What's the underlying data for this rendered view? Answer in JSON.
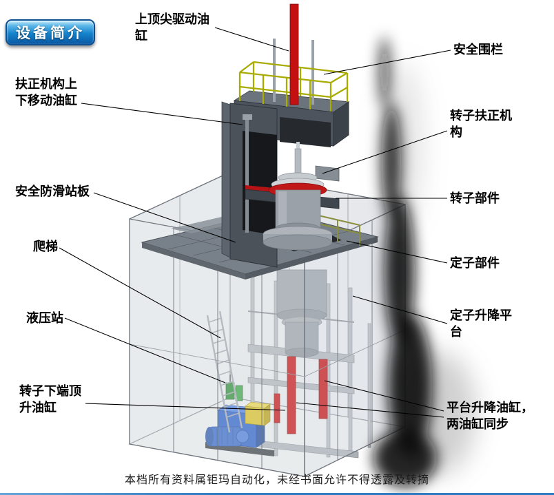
{
  "page": {
    "title_badge": "设备简介",
    "footer": "本档所有资料属钜玛自动化，未经书面允许不得透露及转摘"
  },
  "labels": {
    "top_drive_cylinder": "上顶尖驱动油缸",
    "safety_fence": "安全围栏",
    "centering_updown_cylinder": "扶正机构上下移动油缸",
    "rotor_centering_mechanism": "转子扶正机构",
    "antislip_platform": "安全防滑站板",
    "rotor_part": "转子部件",
    "ladder": "爬梯",
    "stator_part": "定子部件",
    "hydraulic_station": "液压站",
    "stator_lift_platform": "定子升降平台",
    "rotor_jacking_cylinder": "转子下端顶升油缸",
    "platform_lift_cylinders": "平台升降油缸，两油缸同步"
  },
  "colors": {
    "badge_blue_dark": "#0a57a2",
    "badge_blue_light": "#c9ecfa",
    "cylinder_red": "#c51212",
    "railing_yellow": "#a8ab00",
    "hydraulic_blue": "#2a5fc6",
    "valve_green": "#2f8f3a",
    "deck_gray": "#788089",
    "frame_gray": "#b4b9bf",
    "smoke_black": "#0a0a0a",
    "bottom_rule_blue": "#2f7ac0"
  }
}
